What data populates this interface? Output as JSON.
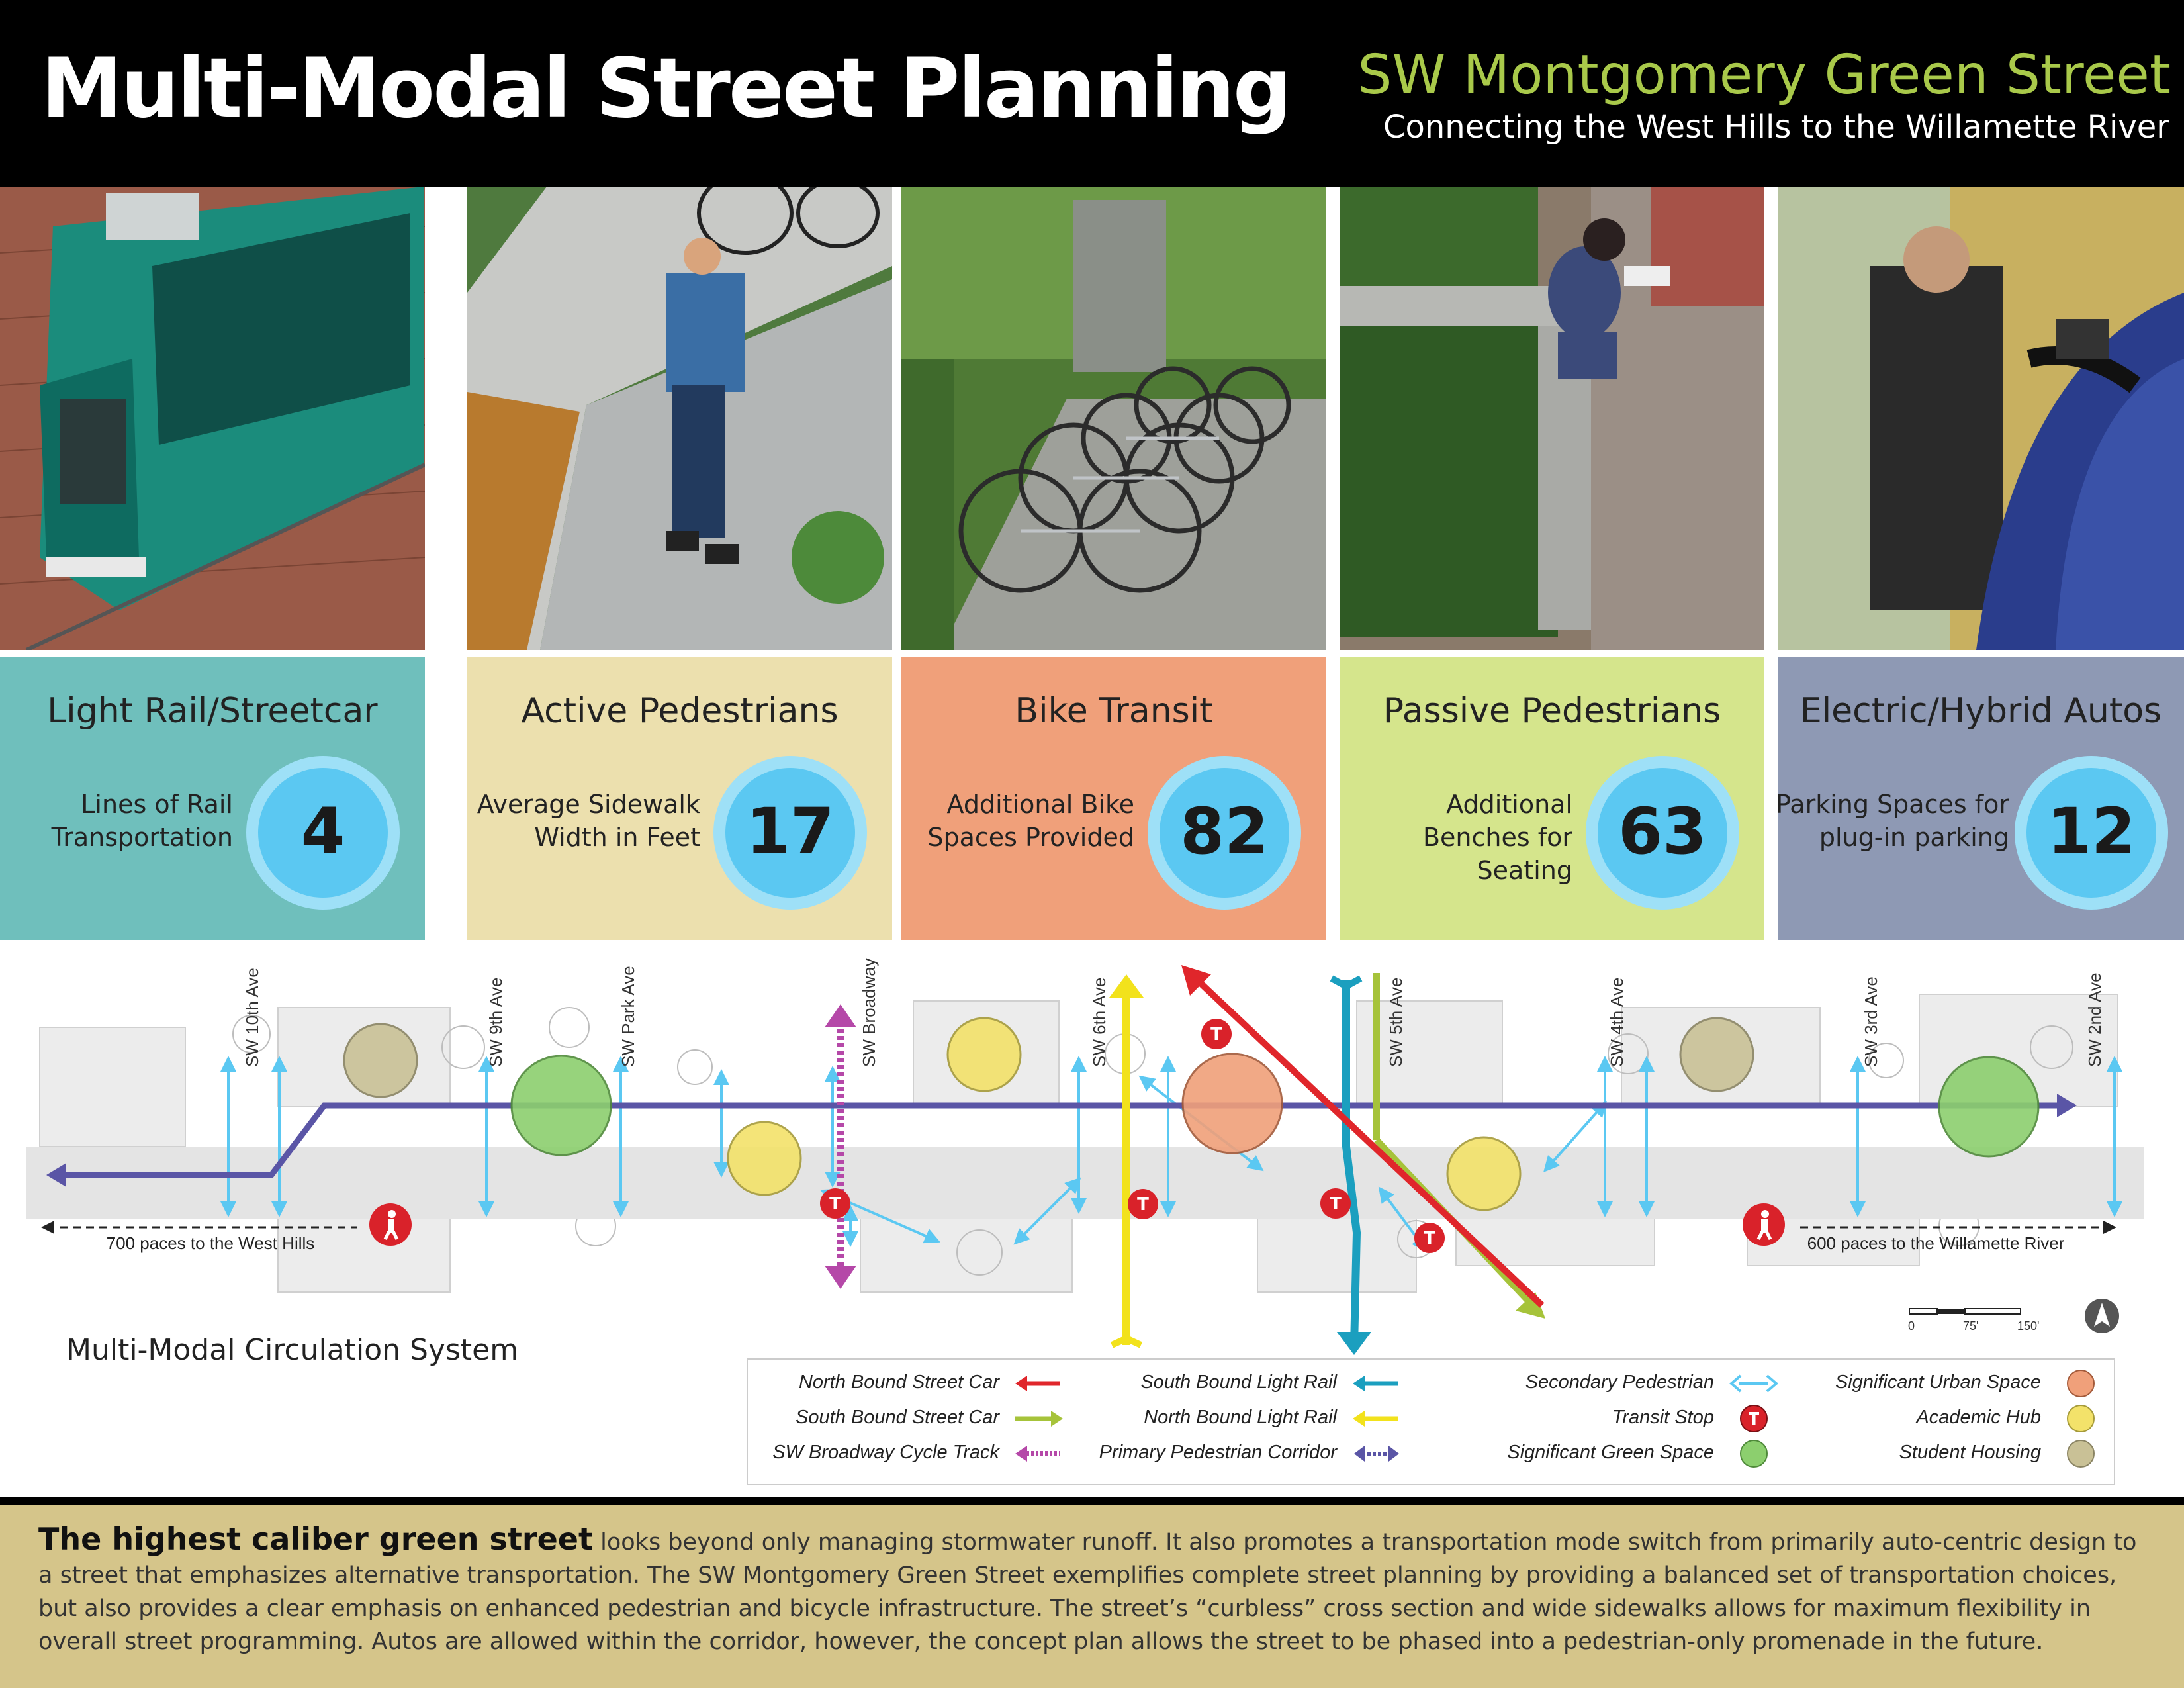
{
  "header": {
    "title": "Multi-Modal Street Planning",
    "subtitle": "SW Montgomery Green Street",
    "tagline": "Connecting the West Hills to the Willamette River"
  },
  "cards": [
    {
      "title": "Light Rail/Streetcar",
      "desc": "Lines of Rail Transportation",
      "value": "4",
      "color": "#6fbfbc"
    },
    {
      "title": "Active Pedestrians",
      "desc": "Average Sidewalk Width in Feet",
      "value": "17",
      "color": "#ece0ae"
    },
    {
      "title": "Bike Transit",
      "desc": "Additional Bike Spaces Provided",
      "value": "82",
      "color": "#f0a07a"
    },
    {
      "title": "Passive Pedestrians",
      "desc": "Additional Benches for Seating",
      "value": "63",
      "color": "#d5e58c"
    },
    {
      "title": "Electric/Hybrid Autos",
      "desc": "Parking Spaces for plug-in parking",
      "value": "12",
      "color": "#8e99b4"
    }
  ],
  "diagram": {
    "caption": "Multi-Modal Circulation System",
    "streets": [
      "SW 10th Ave",
      "SW 9th Ave",
      "SW Park Ave",
      "SW Broadway",
      "SW 6th Ave",
      "SW 5th Ave",
      "SW 4th Ave",
      "SW 3rd Ave",
      "SW 2nd Ave"
    ],
    "west_note": "700 paces to the West Hills",
    "east_note": "600 paces to the Willamette River",
    "transit_stop_letter": "T",
    "scale_labels": [
      "0",
      "75'",
      "150'"
    ]
  },
  "legend": [
    {
      "label": "North Bound Street Car",
      "symbol": "arrow",
      "color": "#e0262b"
    },
    {
      "label": "South Bound Street Car",
      "symbol": "arrow",
      "color": "#a6c33a"
    },
    {
      "label": "SW Broadway Cycle Track",
      "symbol": "dotted-arrow",
      "color": "#b548a8"
    },
    {
      "label": "South Bound Light Rail",
      "symbol": "arrow",
      "color": "#1b9fbf"
    },
    {
      "label": "North Bound Light Rail",
      "symbol": "arrow",
      "color": "#f2e21c"
    },
    {
      "label": "Primary Pedestrian Corridor",
      "symbol": "double-arrow",
      "color": "#5a55a6"
    },
    {
      "label": "Secondary Pedestrian",
      "symbol": "double-arrow",
      "color": "#5bc8f2"
    },
    {
      "label": "Transit Stop",
      "symbol": "transit-stop",
      "color": "#d9222a"
    },
    {
      "label": "Significant Green Space",
      "symbol": "circle",
      "color": "#8ccf6e"
    },
    {
      "label": "Significant Urban Space",
      "symbol": "circle",
      "color": "#f0a07a"
    },
    {
      "label": "Academic Hub",
      "symbol": "circle",
      "color": "#f3e26a"
    },
    {
      "label": "Student Housing",
      "symbol": "circle",
      "color": "#c9c196"
    }
  ],
  "footer": {
    "lead": "The highest caliber green street",
    "body": " looks beyond only managing stormwater runoff.  It also promotes a transportation mode switch from primarily auto-centric design to a street that emphasizes alternative transportation.  The SW Montgomery Green Street exemplifies complete street planning by providing a balanced set of transportation choices, but also provides a clear emphasis on enhanced pedestrian and bicycle infrastructure.  The street’s “curbless” cross section and wide sidewalks allows for maximum flexibility in overall street programming.   Autos are allowed within the corridor, however, the concept plan allows the street to be phased into a pedestrian-only promenade in the future."
  }
}
